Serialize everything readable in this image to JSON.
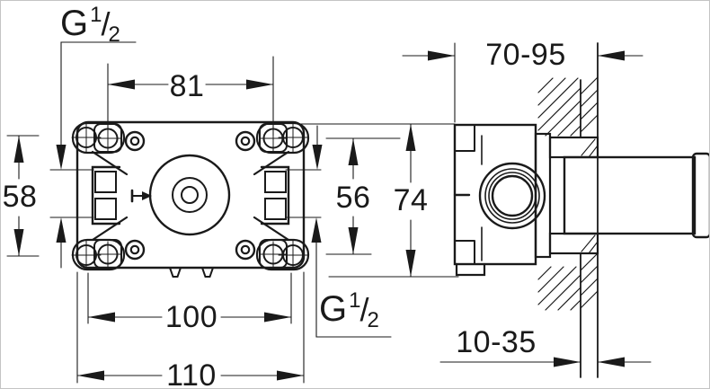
{
  "drawing": {
    "dimensions": {
      "hole_spacing_horizontal": "81",
      "ear_spacing_vertical": "58",
      "hole_spacing_vertical": "56",
      "body_height_side": "74",
      "mounting_width": "100",
      "overall_width": "110",
      "installation_depth_range": "70-95",
      "finished_wall_range": "10-35"
    },
    "thread_labels": {
      "top": {
        "g": "G",
        "numerator": "1",
        "slash": "/",
        "denominator": "2"
      },
      "bottom": {
        "g": "G",
        "numerator": "1",
        "slash": "/",
        "denominator": "2"
      }
    },
    "colors": {
      "line": "#1a1a1a",
      "background": "#ffffff"
    }
  }
}
